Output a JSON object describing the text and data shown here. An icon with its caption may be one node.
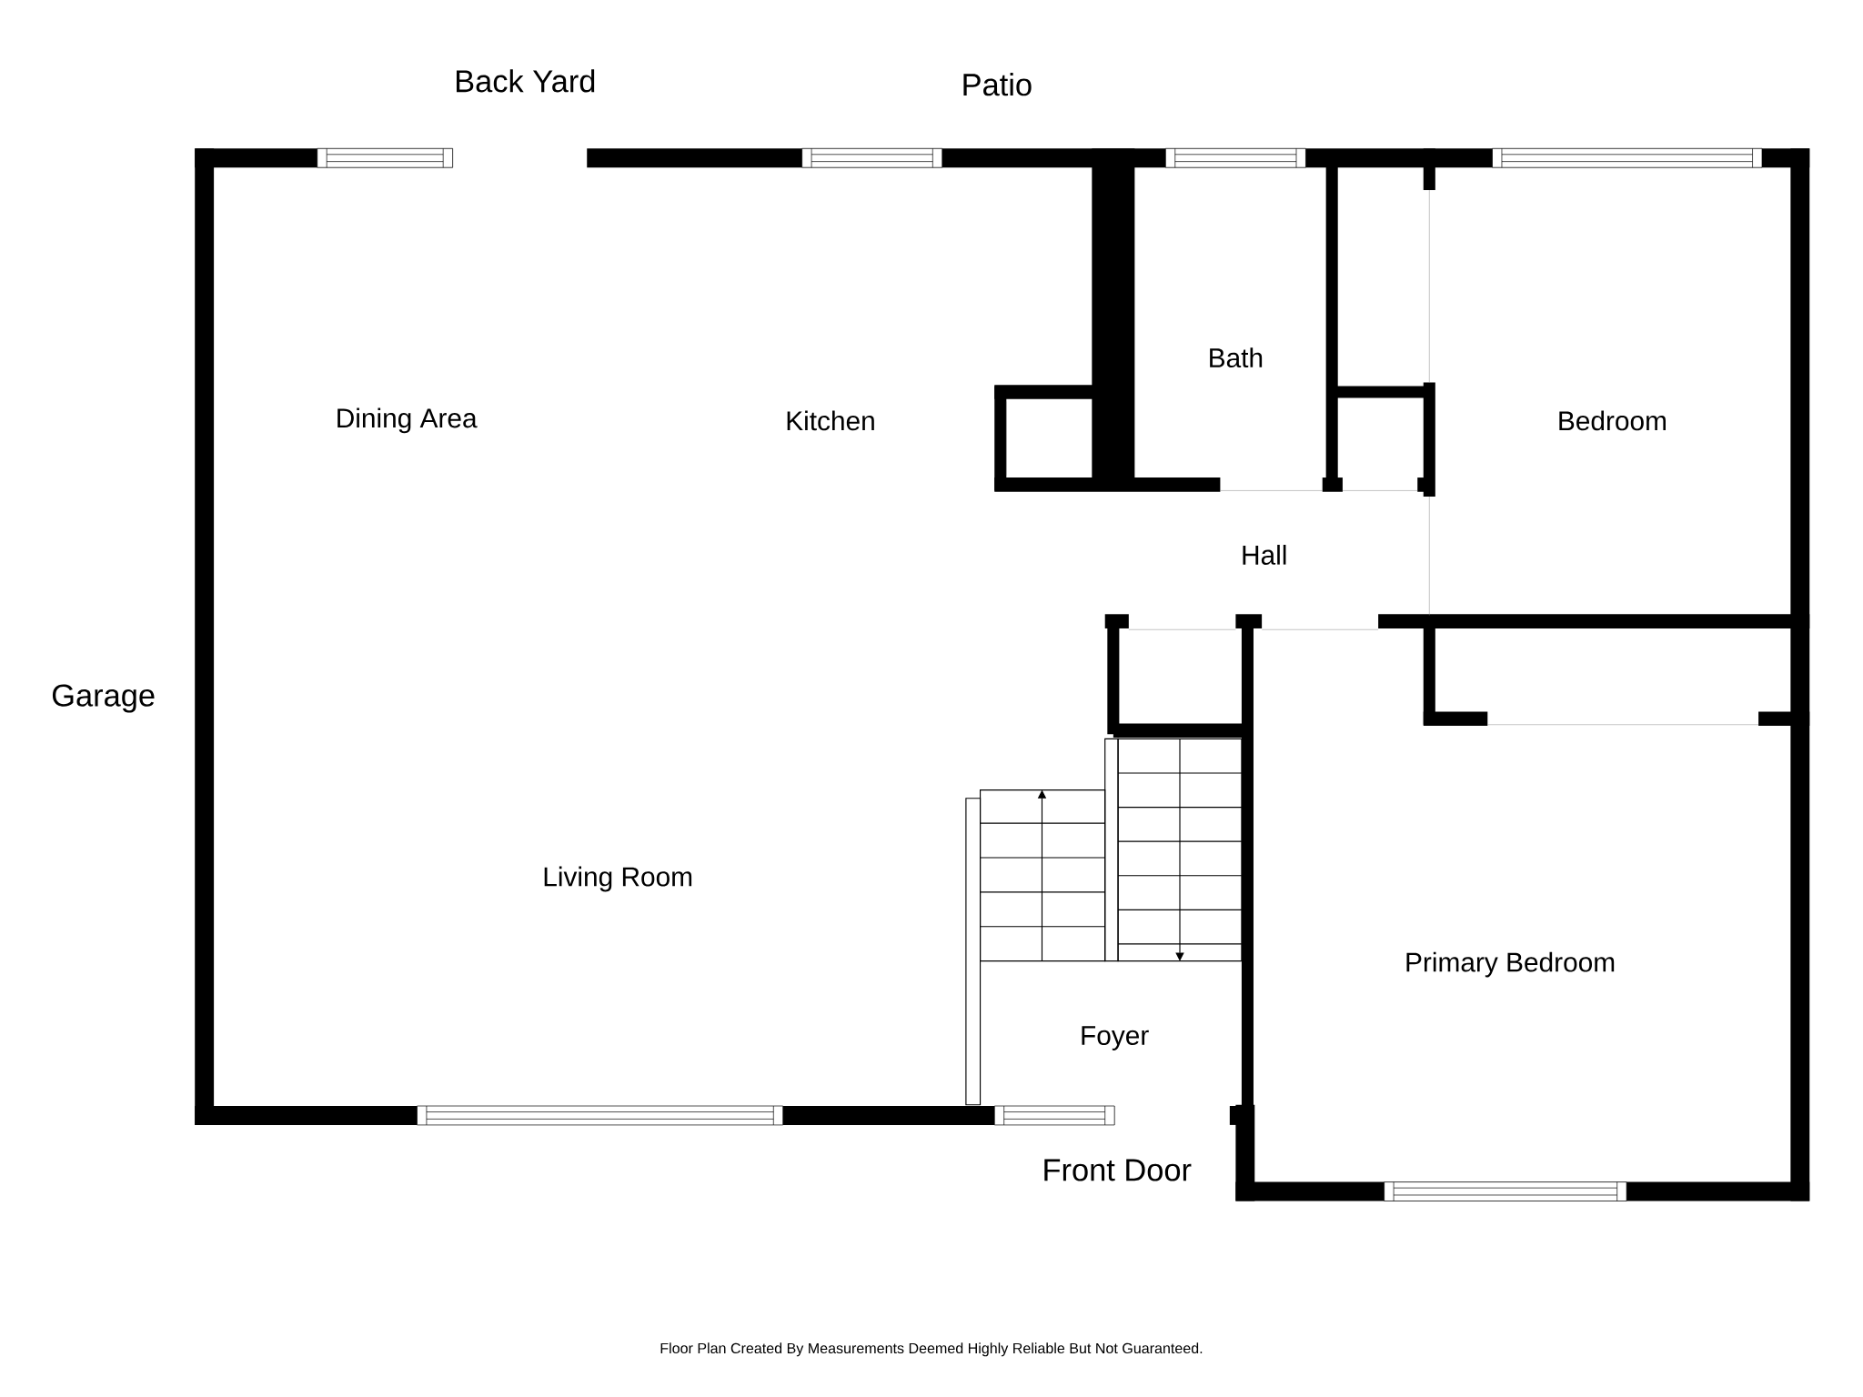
{
  "diagram": {
    "labels": [
      "Back Yard",
      "Patio",
      "Dining Area",
      "Kitchen",
      "Bath",
      "Bedroom",
      "Hall",
      "Garage",
      "Living Room",
      "Primary Bedroom",
      "Foyer",
      "Front Door",
      "Floor Plan Created By Measurements Deemed Highly Reliable But Not Guaranteed."
    ]
  }
}
